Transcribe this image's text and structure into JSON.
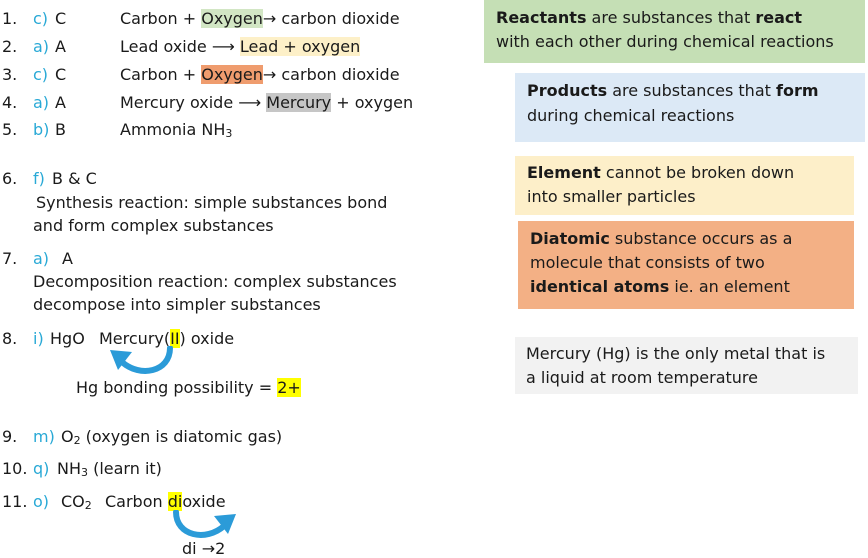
{
  "answers": [
    {
      "n": "1.",
      "opt": "c)",
      "letter": "C",
      "pre": "Carbon + ",
      "hl": "Oxygen",
      "post": "→ carbon dioxide"
    },
    {
      "n": "2.",
      "opt": "a)",
      "letter": "A",
      "pre": "Lead oxide ⟶ ",
      "hl": "Lead + oxygen",
      "post": ""
    },
    {
      "n": "3.",
      "opt": "c)",
      "letter": "C",
      "pre": "Carbon + ",
      "hl": "Oxygen",
      "post": "→ carbon dioxide"
    },
    {
      "n": "4.",
      "opt": "a)",
      "letter": "A",
      "pre": "Mercury oxide ⟶ ",
      "hl": "Mercury",
      "post": " + oxygen"
    },
    {
      "n": "5.",
      "opt": "b)",
      "letter": "B",
      "pre": "Ammonia NH",
      "sub": "3"
    }
  ],
  "q6": {
    "n": "6.",
    "opt": "f)",
    "letter": "B & C",
    "line1": "Synthesis reaction: simple substances bond",
    "line2": "and form complex substances"
  },
  "q7": {
    "n": "7.",
    "opt": "a)",
    "letter": "A",
    "line1": "Decomposition reaction: complex substances",
    "line2": "decompose into simpler substances"
  },
  "q8": {
    "n": "8.",
    "opt": "i)",
    "formula": "HgO",
    "name_pre": "Mercury(",
    "name_hl": "II",
    "name_post": ") oxide",
    "note": "Hg bonding possibility = ",
    "note_hl": "2+"
  },
  "q9": {
    "n": "9.",
    "opt": "m)",
    "pre": "O",
    "sub": "2",
    "post": " (oxygen is diatomic gas)"
  },
  "q10": {
    "n": "10.",
    "opt": "q)",
    "pre": "NH",
    "sub": "3",
    "post": " (learn it)"
  },
  "q11": {
    "n": "11.",
    "opt": "o)",
    "formula_pre": "CO",
    "formula_sub": "2",
    "name_pre": "Carbon ",
    "name_hl": "di",
    "name_post": "oxide",
    "note": "di →2"
  },
  "boxes": {
    "reactants": {
      "b1": "Reactants",
      "t1": " are substances that ",
      "b2": "react",
      "line2": "with each other during chemical reactions",
      "color": "#c5dfb5"
    },
    "products": {
      "b1": "Products",
      "t1": " are substances that ",
      "b2": "form",
      "line2": "during chemical reactions",
      "color": "#dce9f6"
    },
    "element": {
      "b1": "Element",
      "t1": " cannot be broken down",
      "line2": "into smaller particles",
      "color": "#fdefc9"
    },
    "diatomic": {
      "b1": "Diatomic",
      "t1": " substance occurs as a",
      "line2": "molecule that consists of two",
      "b3": "identical atoms",
      "t3": " ie. an element",
      "color": "#f3b085"
    },
    "mercury": {
      "line1": "Mercury (Hg) is the only metal that is",
      "line2": "a liquid at room temperature",
      "color": "#f2f2f2"
    }
  },
  "colors": {
    "option": "#29a9d6",
    "highlight_yellow": "#ffff00",
    "arrow": "#2b9bd8"
  }
}
